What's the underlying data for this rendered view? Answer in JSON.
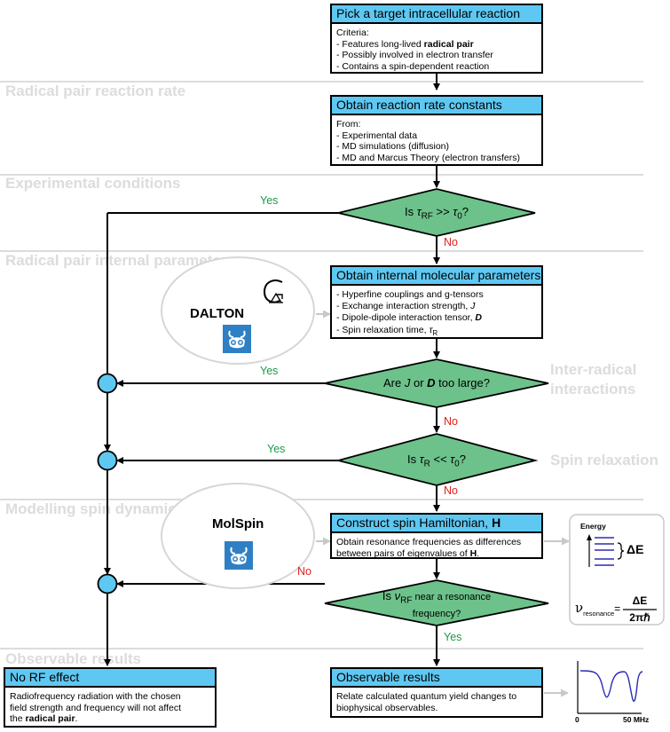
{
  "sections": [
    "Radical pair reaction rate",
    "Experimental conditions",
    "Radical pair internal parameters",
    "Modelling spin dynamics",
    "Observable results"
  ],
  "side_labels": {
    "inter_radical_line1": "Inter-radical",
    "inter_radical_line2": "interactions",
    "spin_relaxation": "Spin relaxation"
  },
  "boxes": {
    "target": {
      "title": "Pick a target intracellular reaction",
      "intro": "Criteria:",
      "item1_pre": "- Features long-lived ",
      "item1_bold": "radical pair",
      "item2": "- Possibly involved in electron transfer",
      "item3": "- Contains a spin-dependent reaction"
    },
    "rates": {
      "title": "Obtain reaction rate constants",
      "intro": "From:",
      "item1": "- Experimental data",
      "item2": "- MD simulations (diffusion)",
      "item3": "- MD and Marcus Theory (electron transfers)"
    },
    "internal": {
      "title": "Obtain internal molecular parameters",
      "item1": "- Hyperfine couplings and g-tensors",
      "item2_pre": "- Exchange interaction strength, ",
      "item2_sym": "J",
      "item3_pre": "- Dipole-dipole interaction tensor, ",
      "item3_sym": "D",
      "item4_pre": "- Spin relaxation time, ",
      "item4_sym": "τ",
      "item4_sub": "R"
    },
    "hamiltonian": {
      "title_pre": "Construct spin Hamiltonian, ",
      "title_sym": "H",
      "line1": "Obtain resonance frequencies as differences",
      "line2_pre": "between pairs of eigenvalues of ",
      "line2_sym": "H",
      "line2_post": "."
    },
    "no_rf": {
      "title": "No RF effect",
      "line1": "Radiofrequency radiation with the chosen",
      "line2": "field strength and frequency will not affect",
      "line3_pre": "the ",
      "line3_bold": "radical pair",
      "line3_post": "."
    },
    "observable": {
      "title": "Observable results",
      "line1": "Relate calculated quantum yield changes to",
      "line2": "biophysical observables."
    }
  },
  "decisions": {
    "d1": {
      "pre": "Is ",
      "tau": "τ",
      "sub1": "RF",
      "mid": " >> ",
      "tau2": "τ",
      "sub2": "0",
      "post": "?"
    },
    "d2": {
      "pre": "Are ",
      "j": "J",
      "mid": " or ",
      "d": "D",
      "post": " too large?"
    },
    "d3": {
      "pre": "Is ",
      "tau": "τ",
      "sub1": "R",
      "mid": " << ",
      "tau2": "τ",
      "sub2": "0",
      "post": "?"
    },
    "d4": {
      "pre": "Is ",
      "nu": "ν",
      "sub": "RF",
      "post": " near a resonance",
      "line2": "frequency?"
    }
  },
  "branch_labels": {
    "yes": "Yes",
    "no": "No"
  },
  "tools": {
    "dalton": "DALTON",
    "molspin": "MolSpin"
  },
  "energy_panel": {
    "axis_label": "Energy",
    "delta": "ΔE",
    "nu": "ν",
    "nu_sub": "resonance",
    "equals": "=",
    "numerator": "ΔE",
    "denominator": "2πℏ"
  },
  "spectrum": {
    "x_start": "0",
    "x_end": "50 MHz"
  },
  "colors": {
    "header_blue": "#5ec8f2",
    "decision_green": "#6cc28a",
    "node_blue": "#5ec8f2",
    "section_grey": "#dcdcdc",
    "yes_green": "#1a9a4a",
    "no_red": "#e0201b",
    "icon_blue": "#2f7fc4"
  }
}
